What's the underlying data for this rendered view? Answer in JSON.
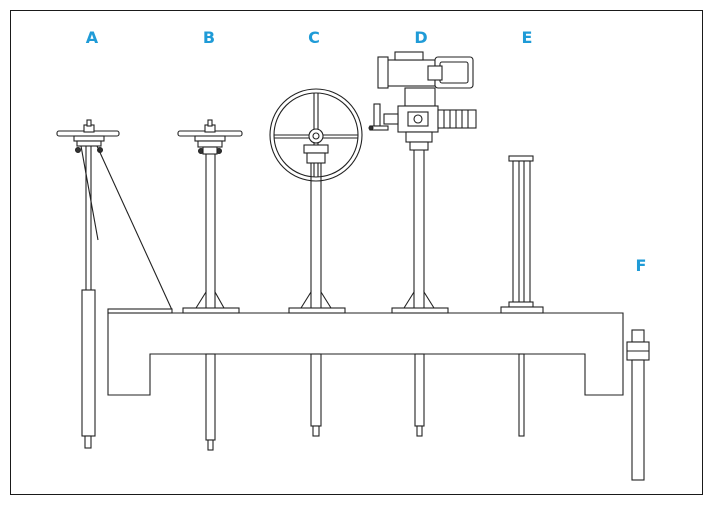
{
  "labels": {
    "a": "A",
    "b": "B",
    "c": "C",
    "d": "D",
    "e": "E",
    "f": "F"
  },
  "colors": {
    "label": "#1f9bd7",
    "line": "#222222",
    "background": "#ffffff"
  }
}
